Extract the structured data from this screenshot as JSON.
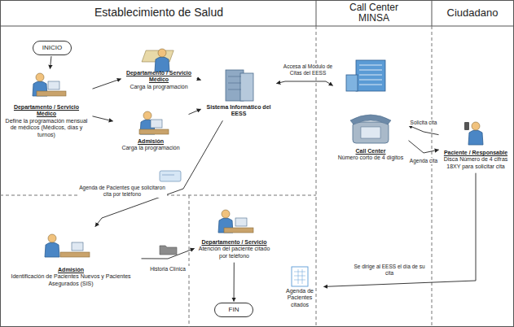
{
  "diagram": {
    "nodes": [
      {
        "text": [
          "INICIO"
        ]
      },
      {
        "text": [
          "Departamento / Servicio Médico",
          "Define la programación mensual de médicos (Médicos, días y turnos)"
        ]
      },
      {
        "text": [
          "Departamento / Servicio Médico",
          "Carga la programación"
        ]
      },
      {
        "text": [
          "Admisión",
          "Carga la programación"
        ]
      },
      {
        "text": [
          "Sistema Informático del EESS"
        ]
      },
      {
        "text": [
          "Call Center",
          "Número corto de 4 dígitos"
        ]
      },
      {
        "text": [
          "Paciente / Responsable",
          "Disca Número de 4 cifras 18XY para solicitar cita"
        ]
      },
      {
        "text": [
          "Admisión",
          "Identificación de Pacientes Nuevos y Pacientes Asegurados (SIS)"
        ]
      },
      {
        "text": [
          "Departamento / Servicio",
          "Atención del paciente citado por teléfono"
        ]
      },
      {
        "text": [
          "FIN"
        ]
      },
      {
        "text": [
          "Agenda de Pacientes citados"
        ]
      }
    ],
    "edges": [
      {
        "from": 0,
        "to": 1,
        "arrow": "to"
      },
      {
        "from": 1,
        "to": 2,
        "arrow": "to"
      },
      {
        "from": 1,
        "to": 3,
        "arrow": "to"
      },
      {
        "from": 2,
        "to": 4,
        "arrow": "to"
      },
      {
        "from": 3,
        "to": 4,
        "arrow": "to"
      },
      {
        "from": 4,
        "to": 5,
        "label": "Accesa al Módulo de Citas del EESS",
        "arrow": "both"
      },
      {
        "from": 6,
        "to": 5,
        "label": "Solicita cita",
        "arrow": "to"
      },
      {
        "from": 5,
        "to": 6,
        "label": "Agenda cita",
        "arrow": "to"
      },
      {
        "from": 4,
        "to": 7,
        "label": "Agenda de Pacientes que solicitaron cita por teléfono",
        "arrow": "to"
      },
      {
        "from": 7,
        "to": 8,
        "label": "Historia Clínica",
        "arrow": "to"
      },
      {
        "from": 8,
        "to": 9,
        "arrow": "to"
      },
      {
        "from": 6,
        "to": 10,
        "label": "Se dirige al EESS el día de su cita",
        "arrow": "to"
      }
    ],
    "labels": [
      "Establecimiento de Salud",
      "Call Center MINSA",
      "Ciudadano"
    ]
  }
}
